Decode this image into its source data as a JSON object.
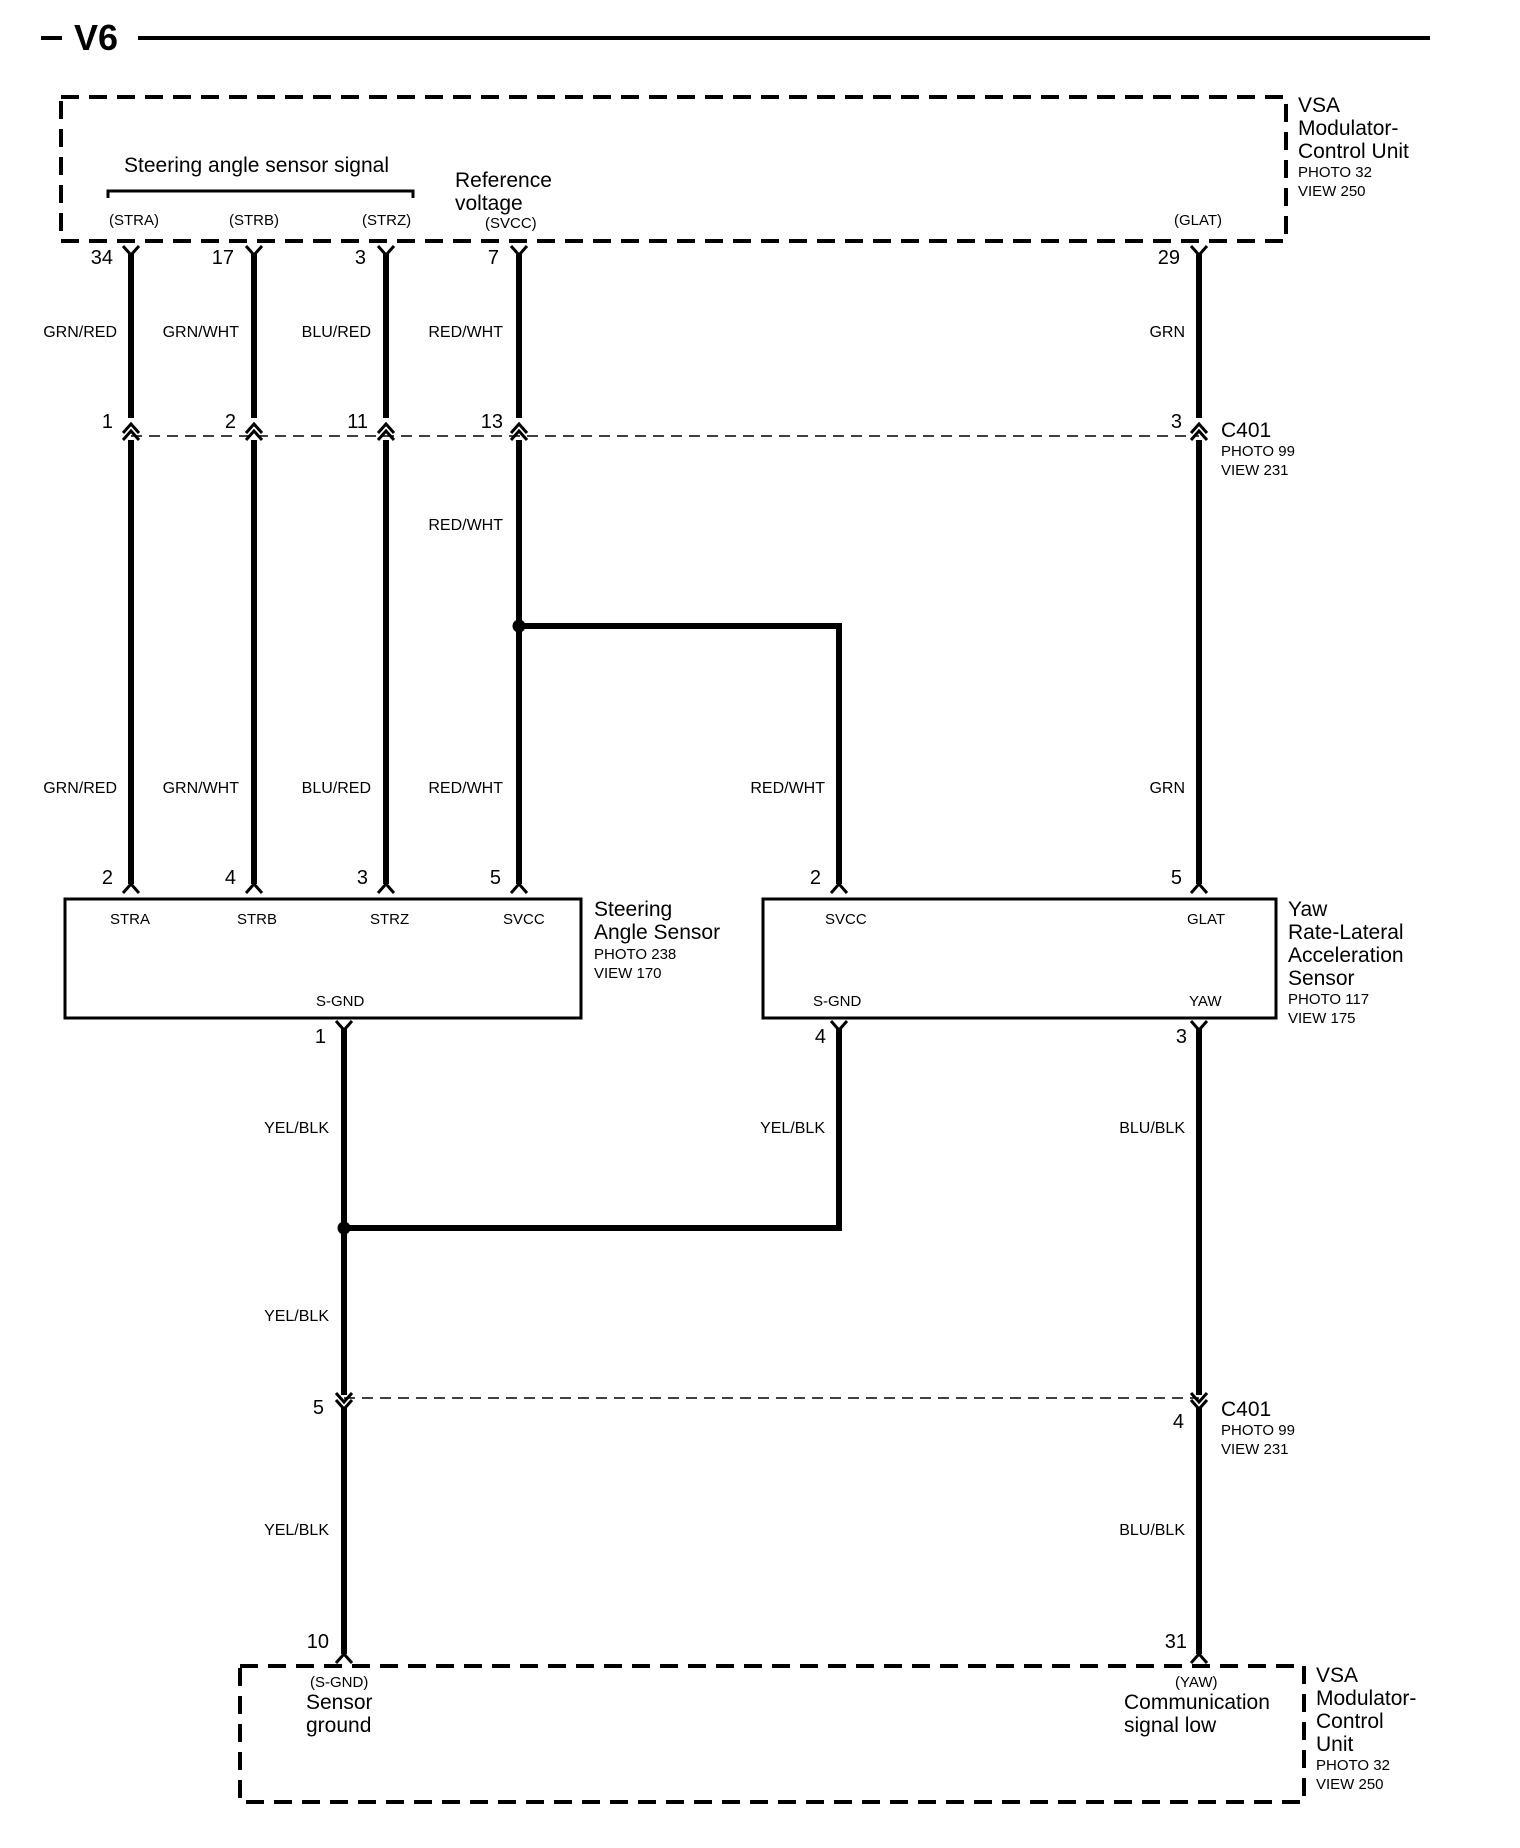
{
  "header": {
    "title": "V6"
  },
  "vsa_top": {
    "name_lines": [
      "VSA",
      "Modulator-",
      "Control Unit"
    ],
    "photo": "PHOTO 32",
    "view": "VIEW 250",
    "group_label": "Steering angle sensor signal",
    "ref_label_lines": [
      "Reference",
      "voltage"
    ],
    "signals": [
      "(STRA)",
      "(STRB)",
      "(STRZ)",
      "(SVCC)",
      "(GLAT)"
    ],
    "pins": [
      "34",
      "17",
      "3",
      "7",
      "29"
    ]
  },
  "wire_colors_upper": [
    "GRN/RED",
    "GRN/WHT",
    "BLU/RED",
    "RED/WHT",
    "GRN"
  ],
  "c401_top": {
    "name": "C401",
    "photo": "PHOTO 99",
    "view": "VIEW 231",
    "pins": [
      "1",
      "2",
      "11",
      "13",
      "3"
    ]
  },
  "wire_red_wht_mid": "RED/WHT",
  "wire_colors_lower": [
    "GRN/RED",
    "GRN/WHT",
    "BLU/RED",
    "RED/WHT",
    "RED/WHT",
    "GRN"
  ],
  "steering_sensor": {
    "name_lines": [
      "Steering",
      "Angle Sensor"
    ],
    "photo": "PHOTO 238",
    "view": "VIEW 170",
    "pins_top": [
      "2",
      "4",
      "3",
      "5"
    ],
    "terminals_top": [
      "STRA",
      "STRB",
      "STRZ",
      "SVCC"
    ],
    "terminal_bottom": "S-GND",
    "pin_bottom": "1"
  },
  "yaw_sensor": {
    "name_lines": [
      "Yaw",
      "Rate-Lateral",
      "Acceleration",
      "Sensor"
    ],
    "photo": "PHOTO 117",
    "view": "VIEW 175",
    "pins_top": [
      "2",
      "5"
    ],
    "terminals_top": [
      "SVCC",
      "GLAT"
    ],
    "terminals_bottom": [
      "S-GND",
      "YAW"
    ],
    "pins_bottom": [
      "4",
      "3"
    ]
  },
  "wire_colors_below_sensors": [
    "YEL/BLK",
    "YEL/BLK",
    "BLU/BLK"
  ],
  "wire_yel_blk_mid": "YEL/BLK",
  "c401_bottom": {
    "name": "C401",
    "photo": "PHOTO 99",
    "view": "VIEW 231",
    "pins": [
      "5",
      "4"
    ]
  },
  "wire_colors_bottom": [
    "YEL/BLK",
    "BLU/BLK"
  ],
  "vsa_bottom": {
    "name_lines": [
      "VSA",
      "Modulator-",
      "Control",
      "Unit"
    ],
    "photo": "PHOTO 32",
    "view": "VIEW 250",
    "pins": [
      "10",
      "31"
    ],
    "signals": [
      "(S-GND)",
      "(YAW)"
    ],
    "sgnd_label_lines": [
      "Sensor",
      "ground"
    ],
    "yaw_label_lines": [
      "Communication",
      "signal low"
    ]
  }
}
